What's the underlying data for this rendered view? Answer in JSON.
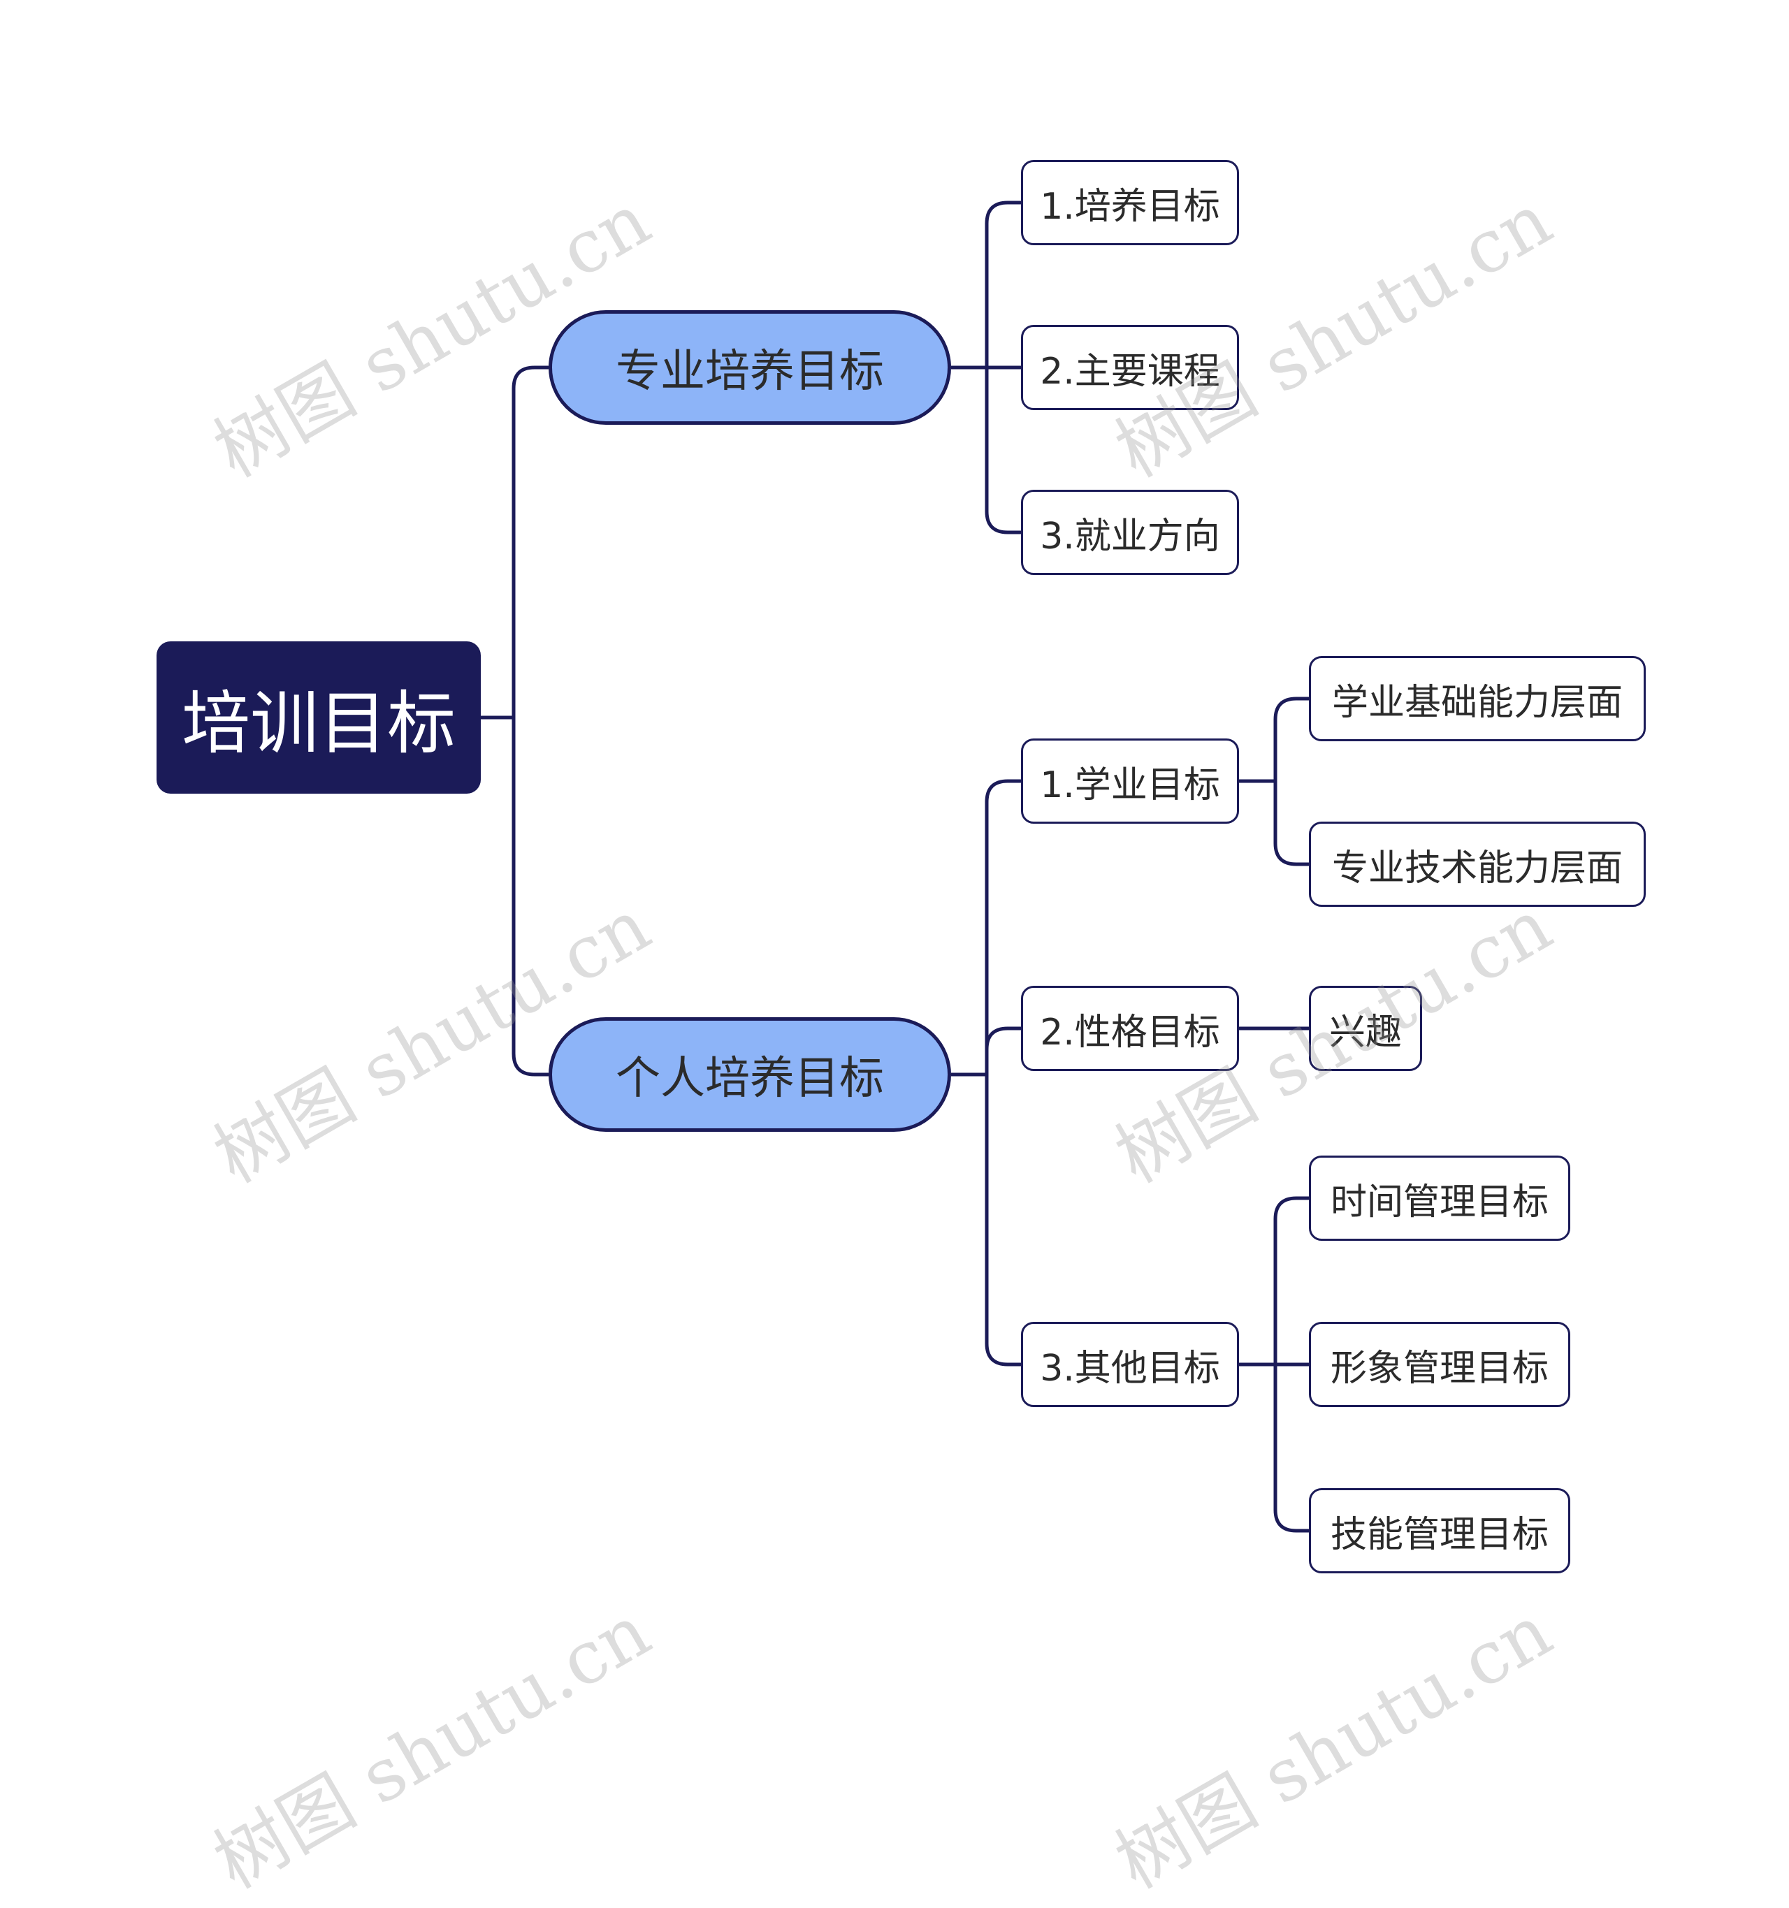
{
  "root": "培训目标",
  "branches": [
    {
      "label": "专业培养目标",
      "children": [
        {
          "label": "1.培养目标",
          "children": []
        },
        {
          "label": "2.主要课程",
          "children": []
        },
        {
          "label": "3.就业方向",
          "children": []
        }
      ]
    },
    {
      "label": "个人培养目标",
      "children": [
        {
          "label": "1.学业目标",
          "children": [
            "学业基础能力层面",
            "专业技术能力层面"
          ]
        },
        {
          "label": "2.性格目标",
          "children": [
            "兴趣"
          ]
        },
        {
          "label": "3.其他目标",
          "children": [
            "时间管理目标",
            "形象管理目标",
            "技能管理目标"
          ]
        }
      ]
    }
  ],
  "watermark": "树图 shutu.cn",
  "colors": {
    "root_bg": "#1b1b58",
    "branch_bg": "#8db4f8",
    "line": "#1b1b58",
    "leaf_bg": "#ffffff"
  }
}
